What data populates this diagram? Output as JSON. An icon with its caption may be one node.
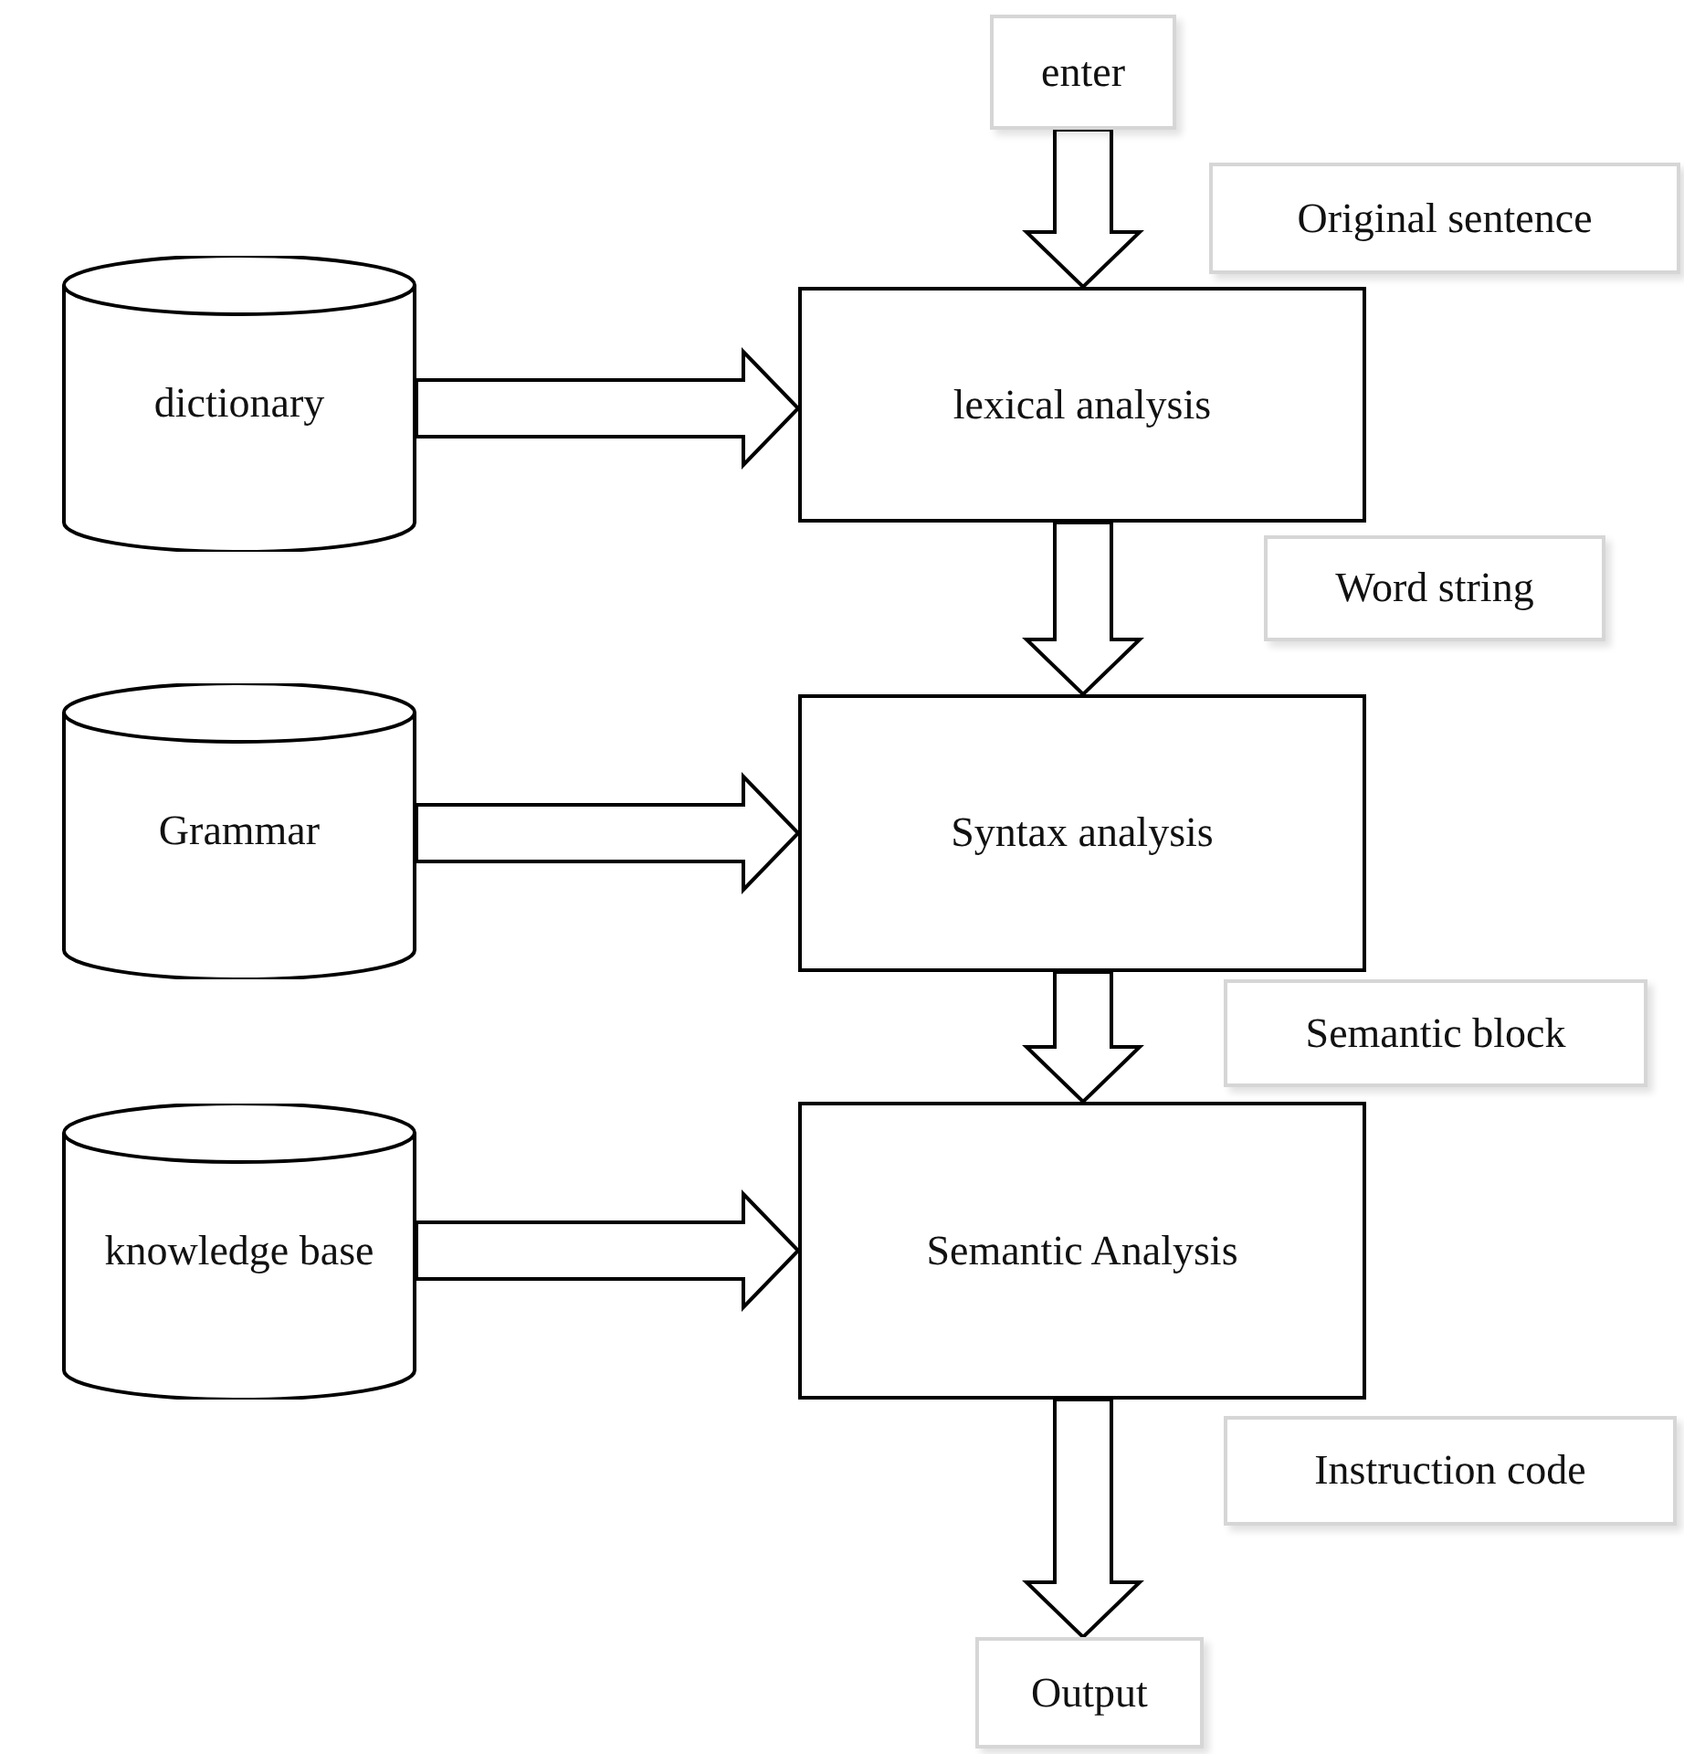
{
  "diagram": {
    "nodes": [
      {
        "text": [
          "enter"
        ]
      },
      {
        "text": [
          "Original sentence"
        ]
      },
      {
        "text": [
          "dictionary"
        ]
      },
      {
        "text": [
          "lexical analysis"
        ]
      },
      {
        "text": [
          "Word string"
        ]
      },
      {
        "text": [
          "Grammar"
        ]
      },
      {
        "text": [
          "Syntax analysis"
        ]
      },
      {
        "text": [
          "Semantic block"
        ]
      },
      {
        "text": [
          "knowledge base"
        ]
      },
      {
        "text": [
          "Semantic Analysis"
        ]
      },
      {
        "text": [
          "Instruction code"
        ]
      },
      {
        "text": [
          "Output"
        ]
      }
    ],
    "edges": [
      {
        "from": 0,
        "to": 3,
        "arrow": "to"
      },
      {
        "from": 2,
        "to": 3,
        "arrow": "to"
      },
      {
        "from": 3,
        "to": 6,
        "arrow": "to"
      },
      {
        "from": 5,
        "to": 6,
        "arrow": "to"
      },
      {
        "from": 6,
        "to": 9,
        "arrow": "to"
      },
      {
        "from": 8,
        "to": 9,
        "arrow": "to"
      },
      {
        "from": 9,
        "to": 11,
        "arrow": "to"
      }
    ]
  }
}
